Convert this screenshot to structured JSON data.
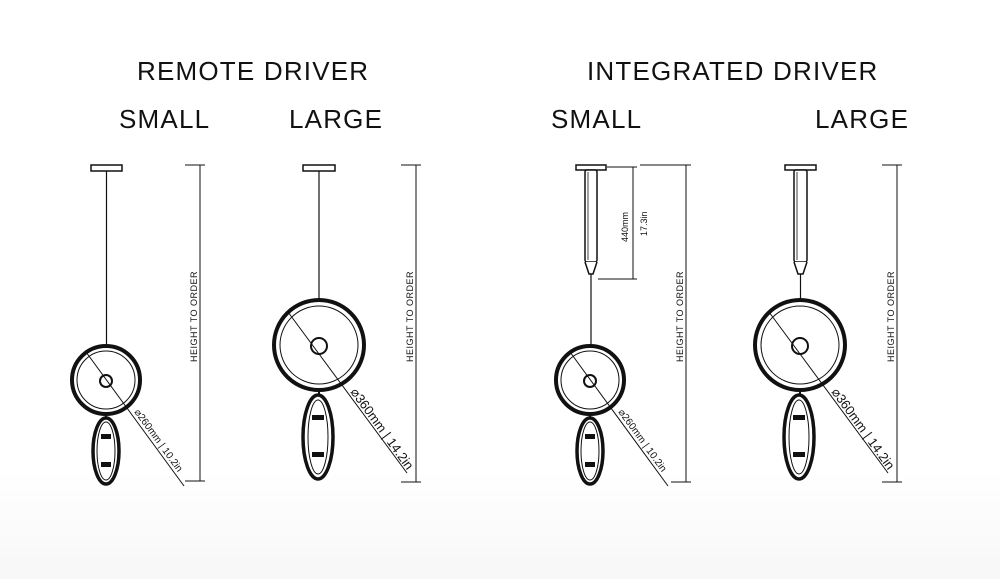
{
  "groups": {
    "remote": {
      "title": "REMOTE DRIVER",
      "small": "SMALL",
      "large": "LARGE"
    },
    "integrated": {
      "title": "INTEGRATED DRIVER",
      "small": "SMALL",
      "large": "LARGE"
    }
  },
  "dimensions": {
    "height_label": "HEIGHT TO ORDER",
    "small_diameter": "⌀260mm  |  10.2in",
    "large_diameter": "⌀360mm  |  14.2in",
    "driver_length_mm": "440mm",
    "driver_length_in": "17.3in"
  }
}
